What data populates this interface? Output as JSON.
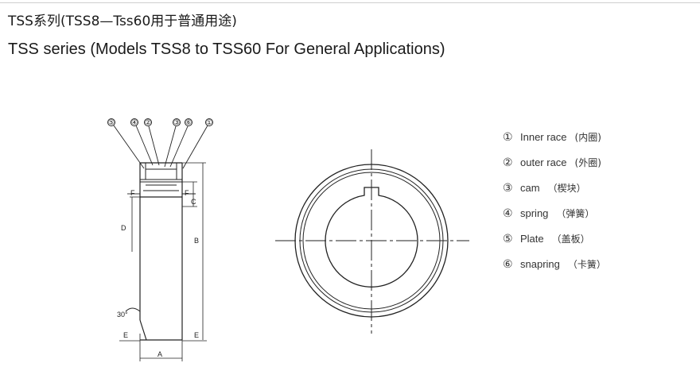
{
  "header": {
    "title_cn": "TSS系列(TSS8—Tss60用于普通用途)",
    "title_en": "TSS series (Models TSS8 to TSS60 For General Applications)"
  },
  "side_view": {
    "callout_numbers": [
      "⑤",
      "④",
      "②",
      "③",
      "⑥",
      "①"
    ],
    "dimensions": {
      "F_left": "F",
      "F_right": "F",
      "C": "C",
      "D": "D",
      "B": "B",
      "chamfer": "30°",
      "E_left": "E",
      "E_right": "E",
      "A": "A"
    }
  },
  "legend": [
    {
      "num": "①",
      "en": "Inner race",
      "cn": "(内圈)"
    },
    {
      "num": "②",
      "en": "outer race",
      "cn": "(外圈)"
    },
    {
      "num": "③",
      "en": "cam",
      "cn": "（楔块）"
    },
    {
      "num": "④",
      "en": "spring",
      "cn": "（弹簧）"
    },
    {
      "num": "⑤",
      "en": "Plate",
      "cn": "（盖板）"
    },
    {
      "num": "⑥",
      "en": "snapring",
      "cn": "（卡簧）"
    }
  ]
}
